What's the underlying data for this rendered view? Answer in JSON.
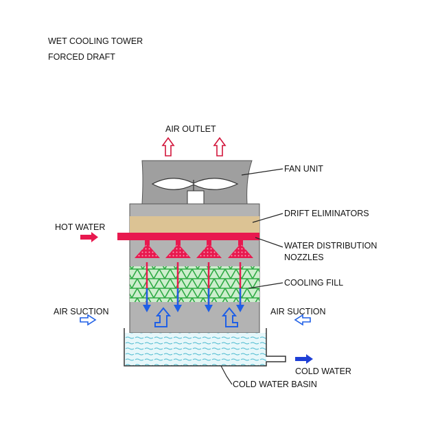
{
  "title": {
    "line1": "WET COOLING TOWER",
    "line2": "FORCED DRAFT"
  },
  "labels": {
    "air_outlet": "AIR OUTLET",
    "fan_unit": "FAN UNIT",
    "drift_eliminators": "DRIFT ELIMINATORS",
    "hot_water": "HOT WATER",
    "water_distribution_nozzles_line1": "WATER DISTRIBUTION",
    "water_distribution_nozzles_line2": "NOZZLES",
    "cooling_fill": "COOLING FILL",
    "air_suction_left": "AIR SUCTION",
    "air_suction_right": "AIR SUCTION",
    "cold_water": "COLD WATER",
    "cold_water_basin": "COLD WATER BASIN"
  },
  "colors": {
    "tower_gray": "#b3b3b3",
    "fan_shroud_gray": "#9f9f9f",
    "drift_eliminator_tan": "#dcc394",
    "hot_water_red": "#e8194f",
    "fill_green": "#35b34a",
    "water_blue": "#1e5fe6",
    "air_arrow_red": "#d2143a",
    "basin_water": "#d9f2f7"
  }
}
